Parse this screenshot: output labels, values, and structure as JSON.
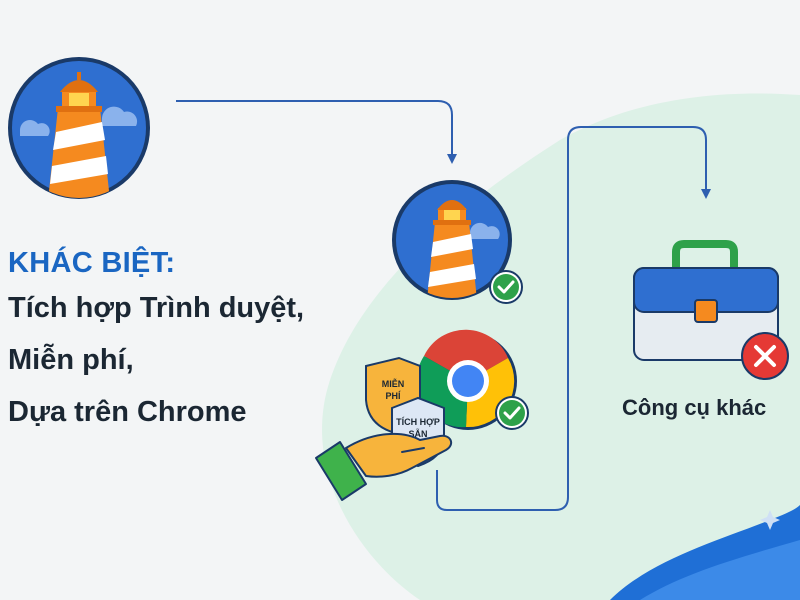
{
  "headline": {
    "kicker": "KHÁC BIỆT:",
    "lines": [
      "Tích hợp Trình duyệt,",
      "Miễn phí,",
      "Dựa trên Chrome"
    ]
  },
  "badges": {
    "free": [
      "MIỄN",
      "PHÍ"
    ],
    "built_in": [
      "TÍCH HỢP",
      "SẴN"
    ]
  },
  "other_tools_label": "Công cụ khác",
  "icons": [
    "lighthouse-icon",
    "chrome-logo-icon",
    "check-icon",
    "toolbox-icon",
    "cross-icon",
    "open-hand-icon",
    "shield-icon",
    "arrow-icon"
  ],
  "colors": {
    "blue": "#2f6fd0",
    "orange": "#f58a1f",
    "green": "#2ea14a",
    "red": "#e53935",
    "navy": "#1a3a68",
    "mint": "#ddf1e7"
  }
}
